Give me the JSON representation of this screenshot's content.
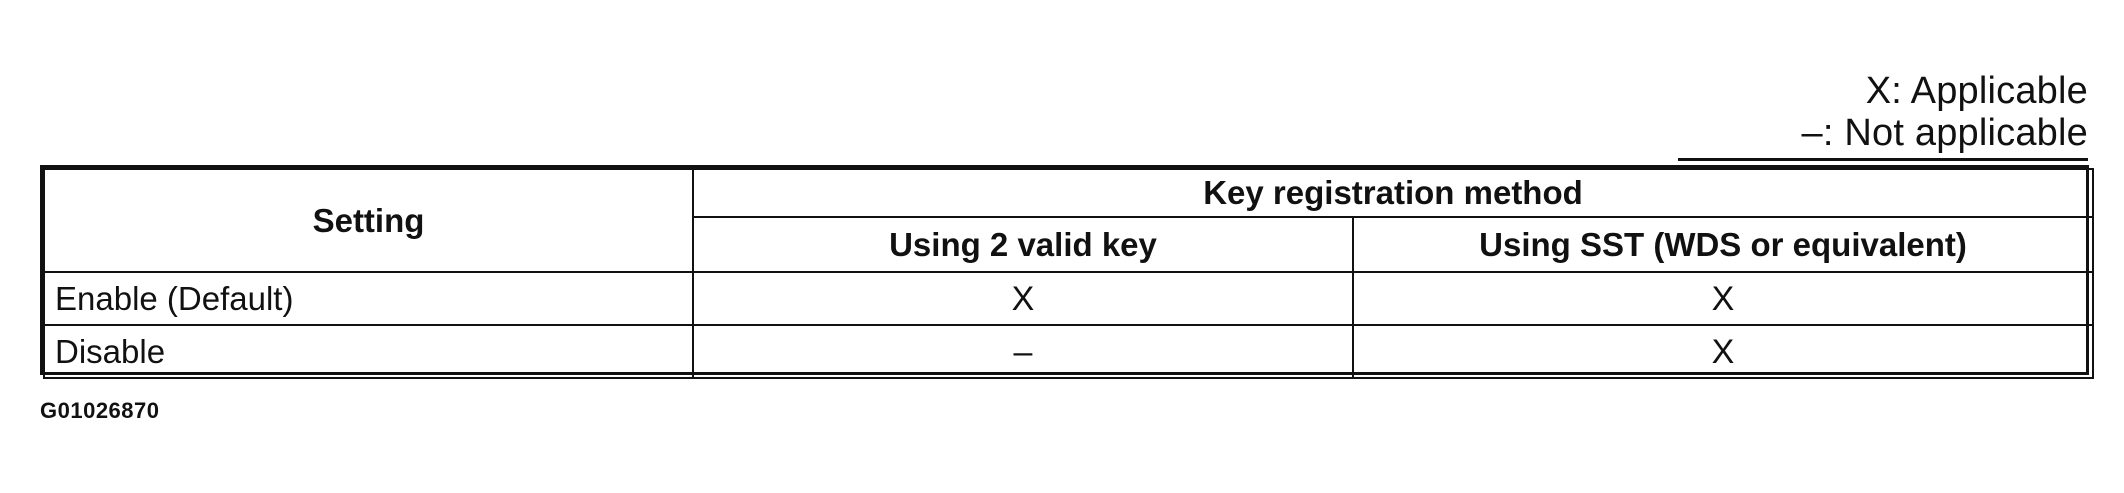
{
  "legend": {
    "applicable": "X: Applicable",
    "not_applicable": "–: Not applicable"
  },
  "table": {
    "setting_header": "Setting",
    "method_header": "Key registration method",
    "columns": [
      "Using 2 valid key",
      "Using SST (WDS or equivalent)"
    ],
    "rows": [
      {
        "setting": "Enable (Default)",
        "values": [
          "X",
          "X"
        ]
      },
      {
        "setting": "Disable",
        "values": [
          "–",
          "X"
        ]
      }
    ]
  },
  "figure_id": "G01026870"
}
